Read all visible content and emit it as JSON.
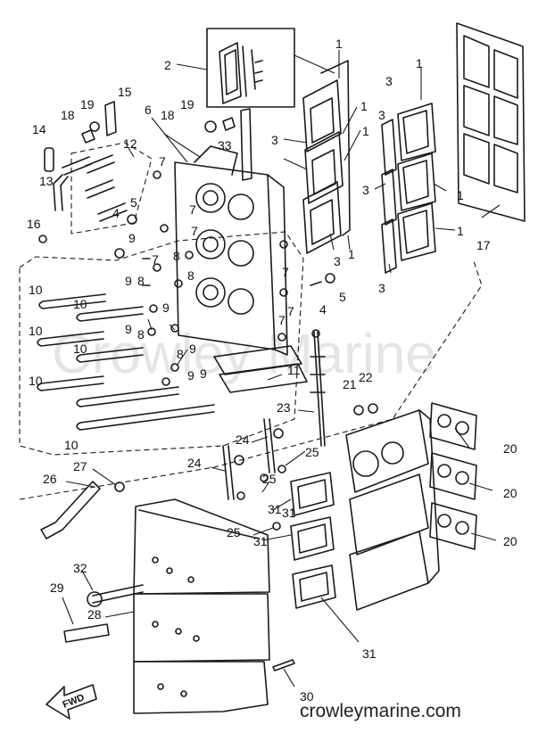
{
  "watermark": "Crowley Marine",
  "source_text": "crowleymarine.com",
  "fwd_label": "FWD",
  "labels": [
    {
      "id": "l1a",
      "text": "1"
    },
    {
      "id": "l1b",
      "text": "1"
    },
    {
      "id": "l1c",
      "text": "1"
    },
    {
      "id": "l1d",
      "text": "1"
    },
    {
      "id": "l1e",
      "text": "1"
    },
    {
      "id": "l1f",
      "text": "1"
    },
    {
      "id": "l1g",
      "text": "1"
    },
    {
      "id": "l2",
      "text": "2"
    },
    {
      "id": "l3a",
      "text": "3"
    },
    {
      "id": "l3b",
      "text": "3"
    },
    {
      "id": "l3c",
      "text": "3"
    },
    {
      "id": "l3d",
      "text": "3"
    },
    {
      "id": "l3e",
      "text": "3"
    },
    {
      "id": "l3f",
      "text": "3"
    },
    {
      "id": "l4a",
      "text": "4"
    },
    {
      "id": "l4b",
      "text": "4"
    },
    {
      "id": "l5a",
      "text": "5"
    },
    {
      "id": "l5b",
      "text": "5"
    },
    {
      "id": "l6",
      "text": "6"
    },
    {
      "id": "l7a",
      "text": "7"
    },
    {
      "id": "l7b",
      "text": "7"
    },
    {
      "id": "l7c",
      "text": "7"
    },
    {
      "id": "l7d",
      "text": "7"
    },
    {
      "id": "l7e",
      "text": "7"
    },
    {
      "id": "l7f",
      "text": "7"
    },
    {
      "id": "l7g",
      "text": "7"
    },
    {
      "id": "l8a",
      "text": "8"
    },
    {
      "id": "l8b",
      "text": "8"
    },
    {
      "id": "l8c",
      "text": "8"
    },
    {
      "id": "l8d",
      "text": "8"
    },
    {
      "id": "l8e",
      "text": "8"
    },
    {
      "id": "l9a",
      "text": "9"
    },
    {
      "id": "l9b",
      "text": "9"
    },
    {
      "id": "l9c",
      "text": "9"
    },
    {
      "id": "l9d",
      "text": "9"
    },
    {
      "id": "l9e",
      "text": "9"
    },
    {
      "id": "l9f",
      "text": "9"
    },
    {
      "id": "l9g",
      "text": "9"
    },
    {
      "id": "l10a",
      "text": "10"
    },
    {
      "id": "l10b",
      "text": "10"
    },
    {
      "id": "l10c",
      "text": "10"
    },
    {
      "id": "l10d",
      "text": "10"
    },
    {
      "id": "l10e",
      "text": "10"
    },
    {
      "id": "l10f",
      "text": "10"
    },
    {
      "id": "l11",
      "text": "11"
    },
    {
      "id": "l12",
      "text": "12"
    },
    {
      "id": "l13",
      "text": "13"
    },
    {
      "id": "l14",
      "text": "14"
    },
    {
      "id": "l15",
      "text": "15"
    },
    {
      "id": "l16",
      "text": "16"
    },
    {
      "id": "l17",
      "text": "17"
    },
    {
      "id": "l18a",
      "text": "18"
    },
    {
      "id": "l18b",
      "text": "18"
    },
    {
      "id": "l19a",
      "text": "19"
    },
    {
      "id": "l19b",
      "text": "19"
    },
    {
      "id": "l20a",
      "text": "20"
    },
    {
      "id": "l20b",
      "text": "20"
    },
    {
      "id": "l20c",
      "text": "20"
    },
    {
      "id": "l21",
      "text": "21"
    },
    {
      "id": "l22",
      "text": "22"
    },
    {
      "id": "l23",
      "text": "23"
    },
    {
      "id": "l24a",
      "text": "24"
    },
    {
      "id": "l24b",
      "text": "24"
    },
    {
      "id": "l25a",
      "text": "25"
    },
    {
      "id": "l25b",
      "text": "25"
    },
    {
      "id": "l25c",
      "text": "25"
    },
    {
      "id": "l26",
      "text": "26"
    },
    {
      "id": "l27",
      "text": "27"
    },
    {
      "id": "l28",
      "text": "28"
    },
    {
      "id": "l29",
      "text": "29"
    },
    {
      "id": "l30",
      "text": "30"
    },
    {
      "id": "l31a",
      "text": "31"
    },
    {
      "id": "l31b",
      "text": "31"
    },
    {
      "id": "l31c",
      "text": "31"
    },
    {
      "id": "l31d",
      "text": "31"
    },
    {
      "id": "l32",
      "text": "32"
    },
    {
      "id": "l33",
      "text": "33"
    }
  ]
}
